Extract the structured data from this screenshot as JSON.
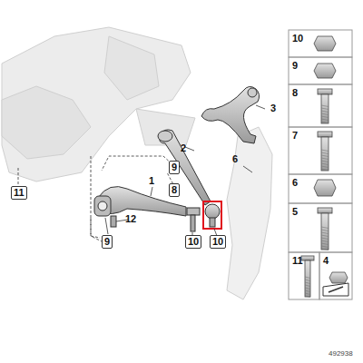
{
  "diagram": {
    "labels": [
      "3",
      "2",
      "1",
      "6",
      "9",
      "8",
      "11",
      "9",
      "12",
      "10",
      "10",
      "10",
      "9",
      "8",
      "7",
      "6",
      "5",
      "11",
      "4",
      "492938"
    ]
  }
}
